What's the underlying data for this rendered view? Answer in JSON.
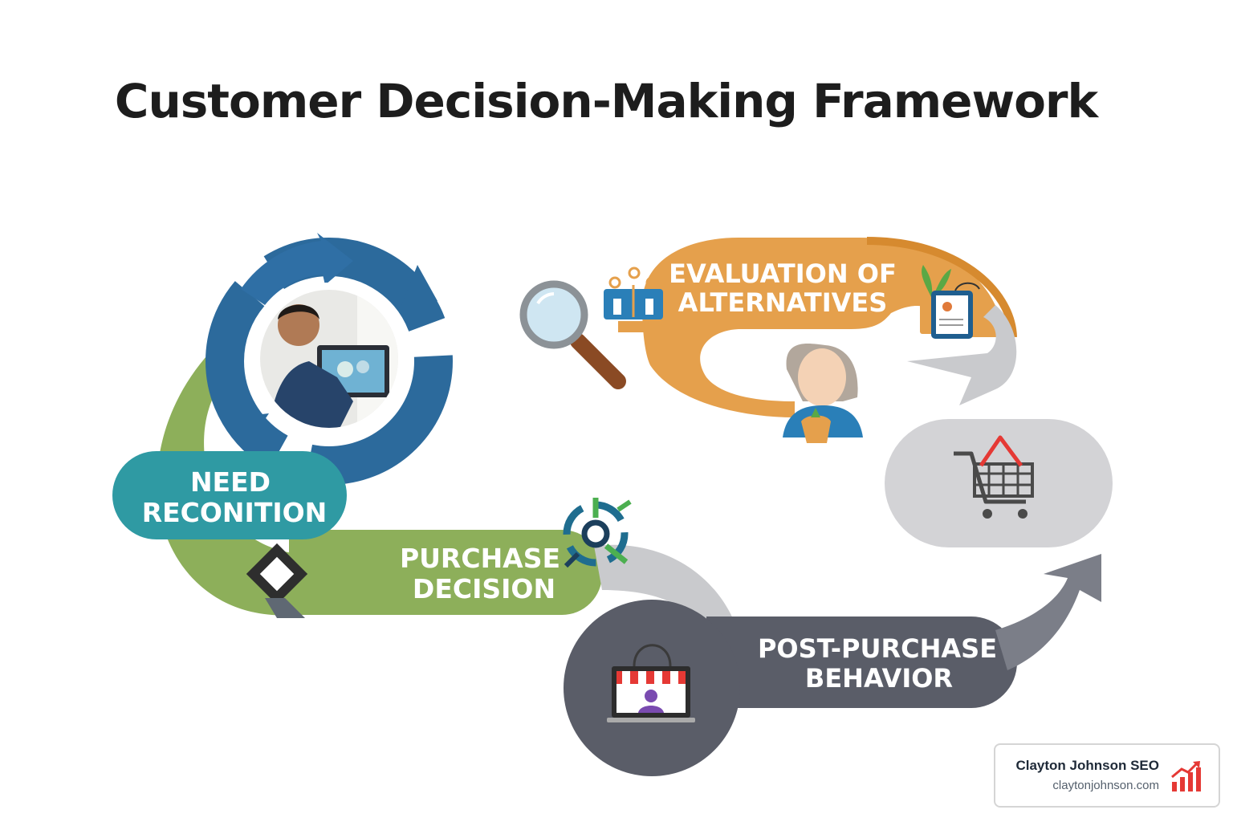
{
  "title": "Customer Decision-Making Framework",
  "stages": {
    "need": {
      "line1": "NEED",
      "line2": "RECONITION"
    },
    "purchase": {
      "line1": "PURCHASE",
      "line2": "DECISION"
    },
    "evaluation": {
      "line1": "EVALUATION OF",
      "line2": "ALTERNATIVES"
    },
    "post": {
      "line1": "POST-PURCHASE",
      "line2": "BEHAVIOR"
    }
  },
  "badge": {
    "name": "Clayton Johnson SEO",
    "url": "claytonjohnson.com"
  },
  "colors": {
    "blue": "#2c6a9c",
    "teal": "#2f9aa3",
    "green": "#8daf5a",
    "orange": "#e5a04c",
    "gray_light": "#d3d3d6",
    "gray_dark": "#5a5d68",
    "red": "#e53935"
  },
  "icons": [
    "refresh-cycle-icon",
    "person-tablet-photo",
    "magnifier-icon",
    "people-compare-icon",
    "person-avatar-icon",
    "plant-badge-icon",
    "shopping-cart-icon",
    "target-arrows-icon",
    "diamond-icon",
    "storefront-laptop-icon",
    "growth-chart-icon"
  ]
}
